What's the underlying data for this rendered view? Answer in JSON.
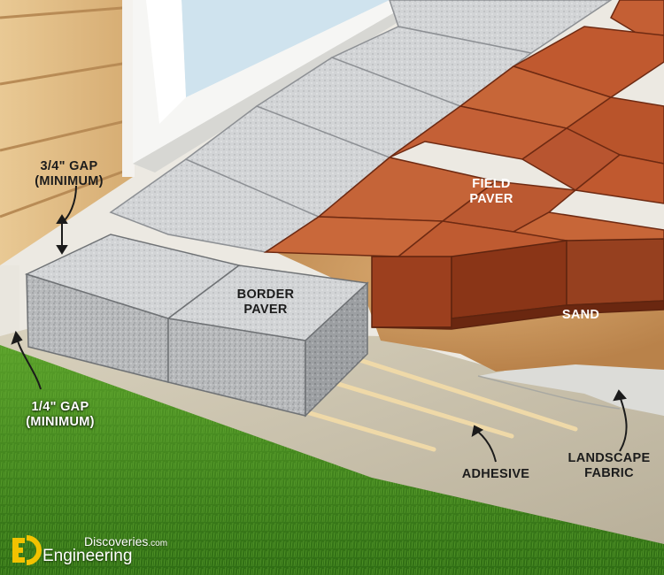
{
  "labels": {
    "top_gap": [
      "3/4\" GAP",
      "(MINIMUM)"
    ],
    "bottom_gap": [
      "1/4\" GAP",
      "(MINIMUM)"
    ],
    "border_paver": [
      "BORDER",
      "PAVER"
    ],
    "field_paver": [
      "FIELD",
      "PAVER"
    ],
    "sand": "SAND",
    "adhesive": "ADHESIVE",
    "landscape_fabric": [
      "LANDSCAPE",
      "FABRIC"
    ]
  },
  "watermark": {
    "line1": "Discoveries",
    "line1_suffix": ".com",
    "line2": "Engineering"
  },
  "colors": {
    "siding": "#e2c08a",
    "border_paver": "#b7b9bb",
    "field_paver": "#b8552c",
    "sand": "#d2a169",
    "concrete_base": "#c9c1ad",
    "grass": "#3f8a1e",
    "brand_yellow": "#f2c200"
  }
}
